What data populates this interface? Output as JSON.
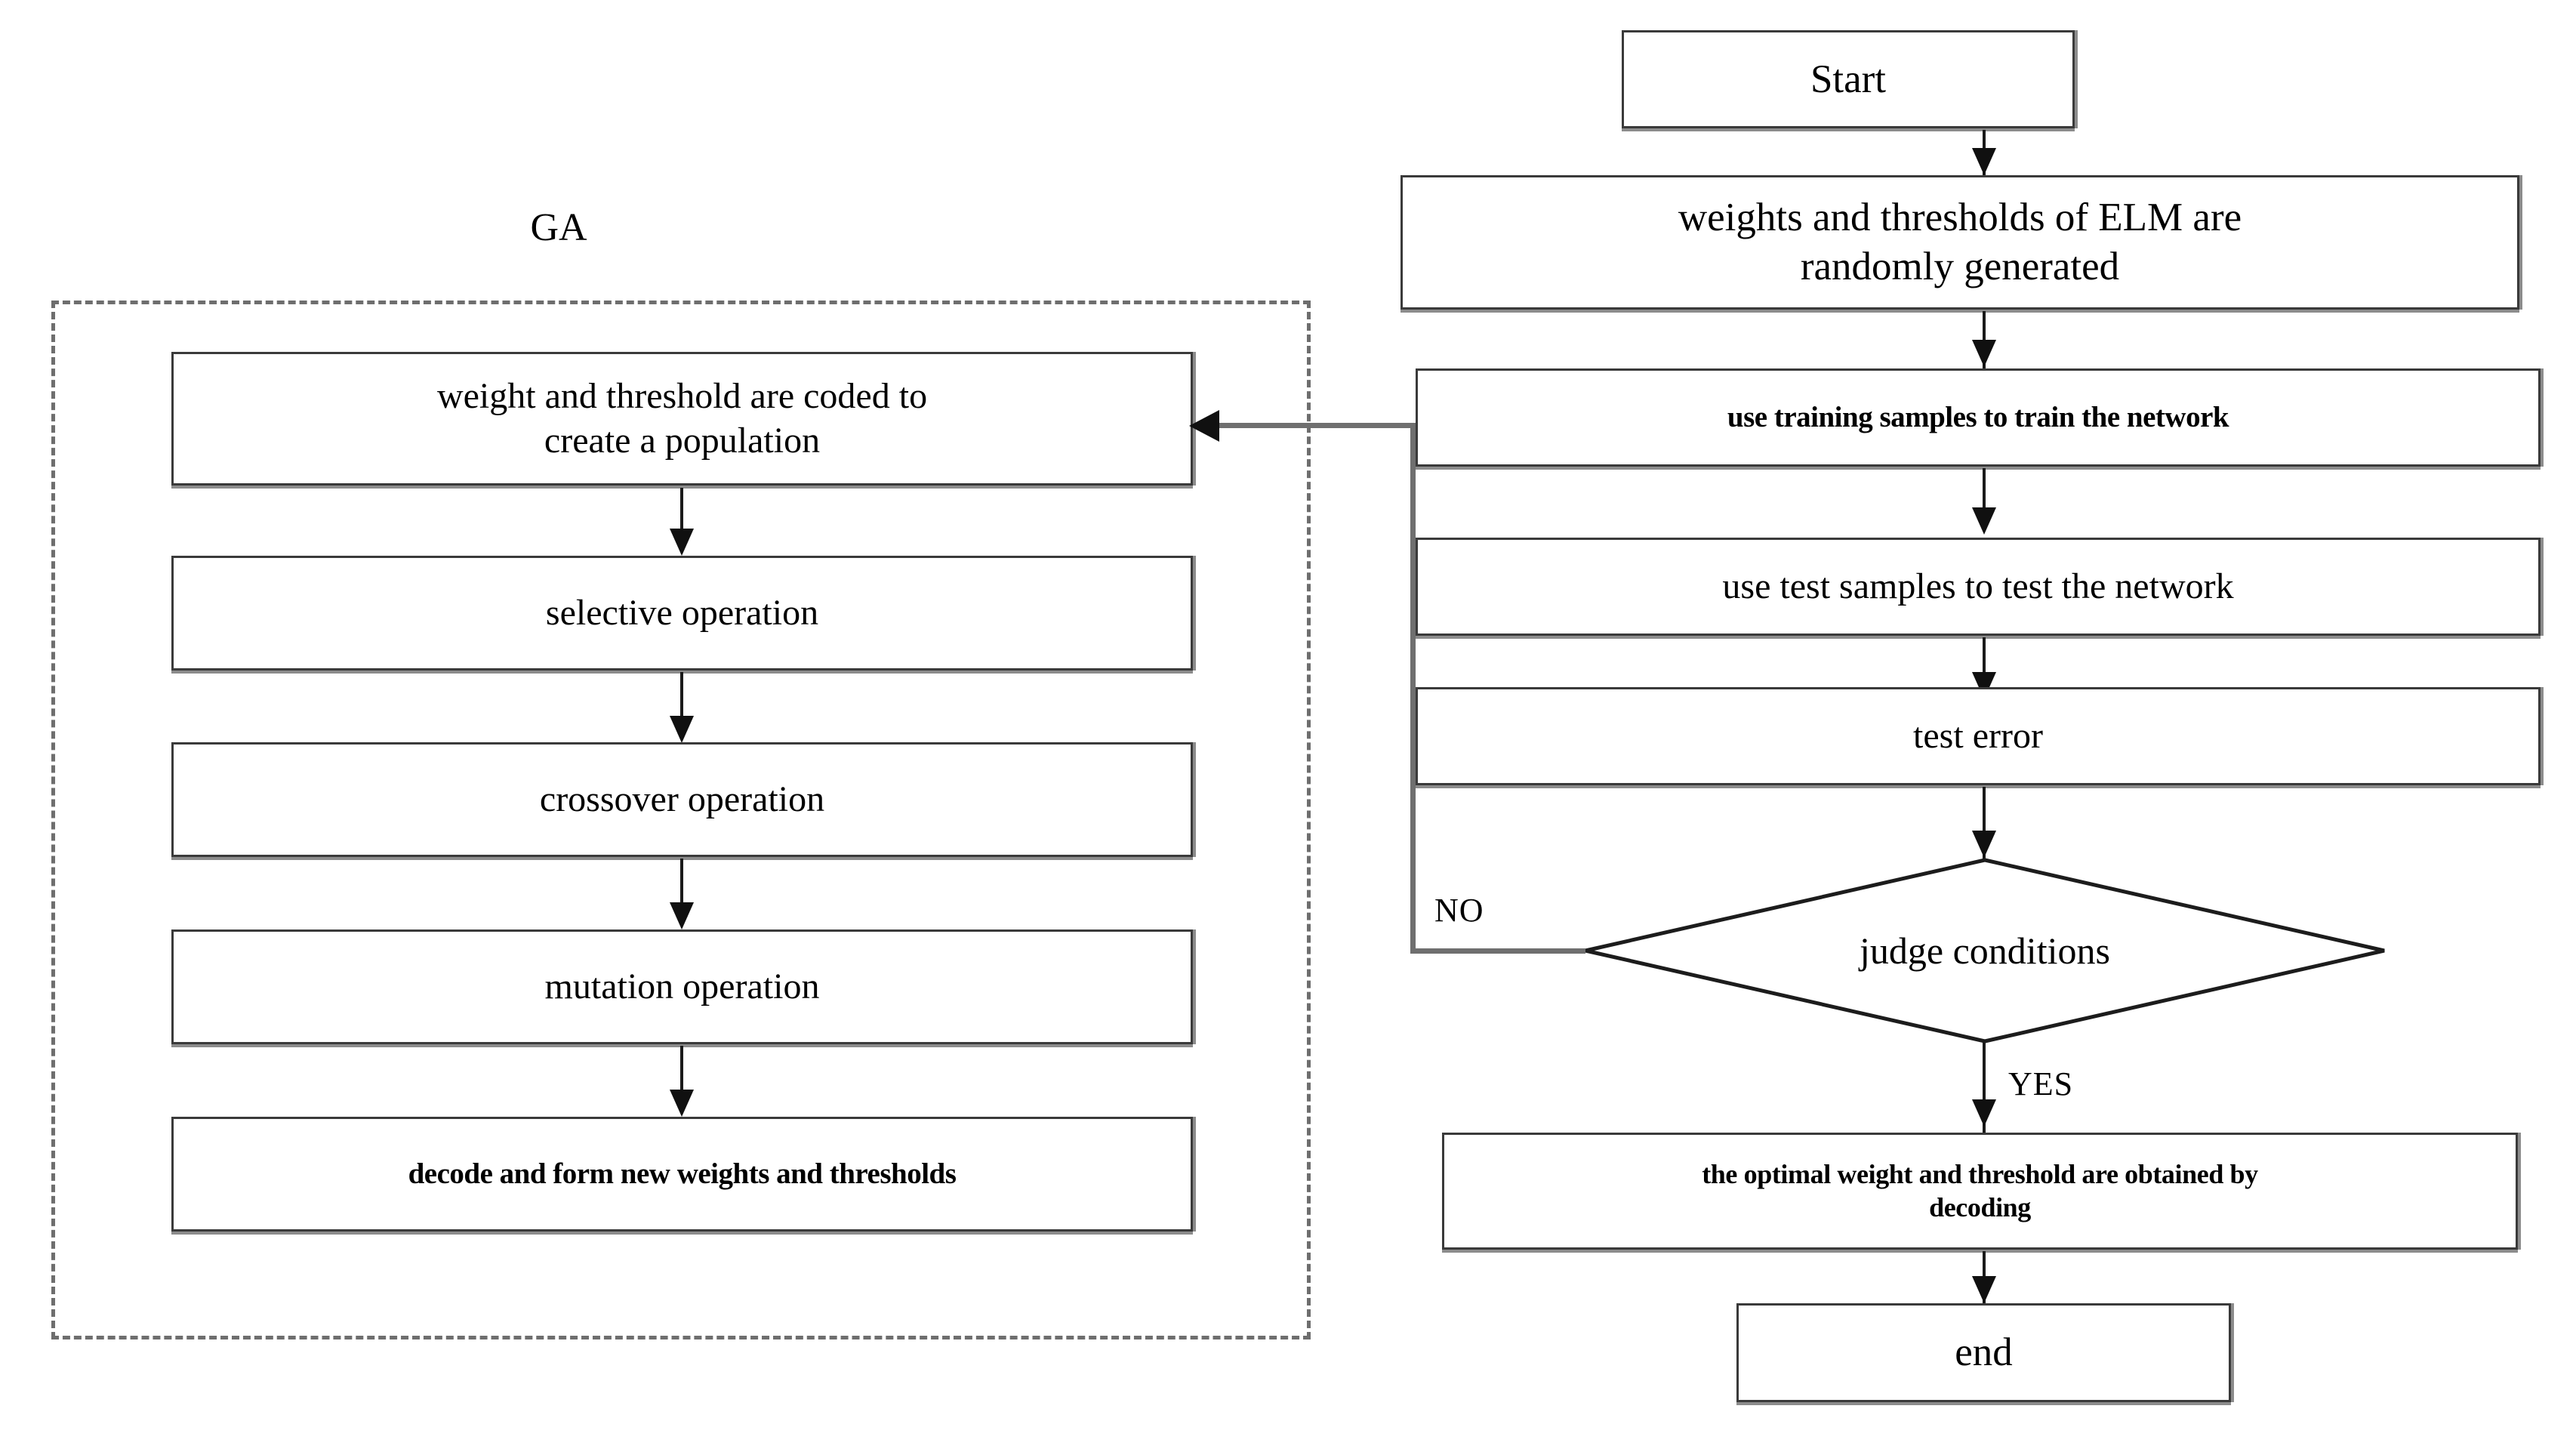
{
  "diagram": {
    "title": "GA-ELM optimization flowchart",
    "ga_group_label": "GA",
    "colors": {
      "box_border": "#3a3a3a",
      "box_shadow": "#8c8c8c",
      "dashed_border": "#6e6e6e",
      "connector": "#6f6f6f",
      "arrow": "#101010",
      "background": "#ffffff",
      "text": "#000000"
    }
  },
  "ga_branch": {
    "nodes": [
      {
        "id": "ga-code",
        "label": "weight and threshold are coded to\ncreate a population"
      },
      {
        "id": "ga-select",
        "label": "selective  operation"
      },
      {
        "id": "ga-crossover",
        "label": "crossover operation"
      },
      {
        "id": "ga-mutation",
        "label": "mutation operation"
      },
      {
        "id": "ga-decode",
        "label": "decode and form new weights and thresholds"
      }
    ]
  },
  "main_branch": {
    "nodes": [
      {
        "id": "start",
        "label": "Start"
      },
      {
        "id": "init-weights",
        "label": "weights and thresholds of ELM are\nrandomly generated"
      },
      {
        "id": "train",
        "label": "use training samples to train the network"
      },
      {
        "id": "test",
        "label": "use test samples to test the network"
      },
      {
        "id": "error",
        "label": "test error"
      },
      {
        "id": "judge",
        "label": "judge conditions"
      },
      {
        "id": "optimal",
        "label": "the optimal weight and threshold are obtained by\ndecoding"
      },
      {
        "id": "end",
        "label": "end"
      }
    ]
  },
  "edge_labels": {
    "no": "NO",
    "yes": "YES"
  }
}
